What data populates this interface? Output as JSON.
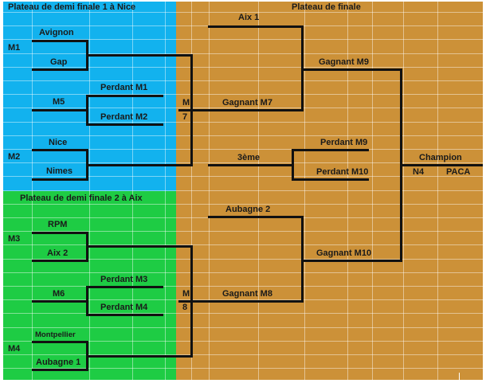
{
  "headers": {
    "semi1": "Plateau de demi finale 1 à Nice",
    "final": "Plateau de finale",
    "semi2": "Plateau de demi finale 2 à Aix"
  },
  "semi1": {
    "m1": {
      "code": "M1",
      "team_a": "Avignon",
      "team_b": "Gap"
    },
    "m5": {
      "code": "M5",
      "team_a": "Perdant M1",
      "team_b": "Perdant M2"
    },
    "m2": {
      "code": "M2",
      "team_a": "Nice",
      "team_b": "Nimes"
    },
    "m7": {
      "letter": "M",
      "number": "7"
    }
  },
  "semi2": {
    "m3": {
      "code": "M3",
      "team_a": "RPM",
      "team_b": "Aix 2"
    },
    "m6": {
      "code": "M6",
      "team_a": "Perdant M3",
      "team_b": "Perdant M4"
    },
    "m4": {
      "code": "M4",
      "team_a": "Montpellier",
      "team_b": "Aubagne 1"
    },
    "m8": {
      "letter": "M",
      "number": "8"
    }
  },
  "final": {
    "aix1": "Aix 1",
    "gagnant_m7": "Gagnant M7",
    "gagnant_m9": "Gagnant M9",
    "third": "3ème",
    "perdant_m9": "Perdant M9",
    "perdant_m10": "Perdant M10",
    "aubagne2": "Aubagne 2",
    "gagnant_m8": "Gagnant M8",
    "gagnant_m10": "Gagnant M10",
    "champion": "Champion",
    "n4": "N4",
    "paca": "PACA"
  }
}
